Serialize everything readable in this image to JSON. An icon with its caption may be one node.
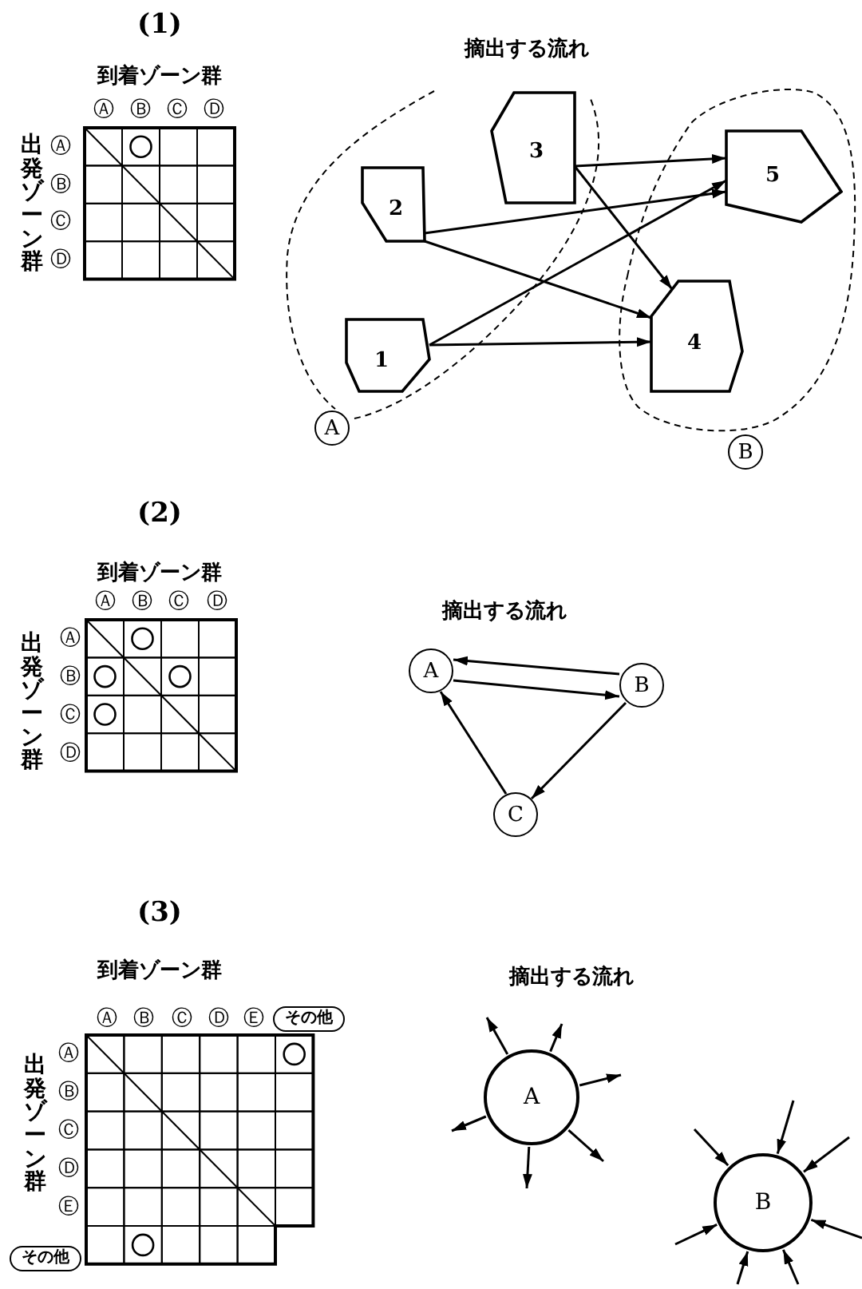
{
  "diagram": {
    "nodes": [
      {
        "text": [
          "1"
        ]
      },
      {
        "text": [
          "2"
        ]
      },
      {
        "text": [
          "3"
        ]
      },
      {
        "text": [
          "4"
        ]
      },
      {
        "text": [
          "5"
        ]
      },
      {
        "text": [
          "A"
        ]
      },
      {
        "text": [
          "B"
        ]
      },
      {
        "text": [
          "A"
        ]
      },
      {
        "text": [
          "B"
        ]
      },
      {
        "text": [
          "C"
        ]
      },
      {
        "text": [
          "その他"
        ]
      },
      {
        "text": [
          "その他"
        ]
      },
      {
        "text": [
          "A"
        ]
      },
      {
        "text": [
          "B"
        ]
      }
    ],
    "edges": [
      {
        "from": 0,
        "to": 3,
        "arrow": "to"
      },
      {
        "from": 0,
        "to": 4,
        "arrow": "to"
      },
      {
        "from": 1,
        "to": 4,
        "arrow": "to"
      },
      {
        "from": 1,
        "to": 3,
        "arrow": "to"
      },
      {
        "from": 2,
        "to": 4,
        "arrow": "to"
      },
      {
        "from": 2,
        "to": 3,
        "arrow": "to"
      },
      {
        "from": 8,
        "to": 7,
        "arrow": "to"
      },
      {
        "from": 7,
        "to": 8,
        "arrow": "to"
      },
      {
        "from": 8,
        "to": 9,
        "arrow": "to"
      },
      {
        "from": 9,
        "to": 7,
        "arrow": "to"
      },
      {
        "from": 12,
        "to": null,
        "arrow": "to"
      },
      {
        "from": 12,
        "to": null,
        "arrow": "to"
      },
      {
        "from": 12,
        "to": null,
        "arrow": "to"
      },
      {
        "from": 12,
        "to": null,
        "arrow": "to"
      },
      {
        "from": 12,
        "to": null,
        "arrow": "to"
      },
      {
        "from": 12,
        "to": null,
        "arrow": "to"
      },
      {
        "from": null,
        "to": 13,
        "arrow": "to"
      },
      {
        "from": null,
        "to": 13,
        "arrow": "to"
      },
      {
        "from": null,
        "to": 13,
        "arrow": "to"
      },
      {
        "from": null,
        "to": 13,
        "arrow": "to"
      },
      {
        "from": null,
        "to": 13,
        "arrow": "to"
      },
      {
        "from": null,
        "to": 13,
        "arrow": "to"
      },
      {
        "from": null,
        "to": 13,
        "arrow": "to"
      }
    ],
    "labels": [
      "(1)",
      "到着ゾーン群",
      "Ⓐ",
      "Ⓑ",
      "Ⓒ",
      "Ⓓ",
      "出発ゾーン群",
      "Ⓐ",
      "Ⓑ",
      "Ⓒ",
      "Ⓓ",
      "摘出する流れ",
      "(2)",
      "到着ゾーン群",
      "Ⓐ",
      "Ⓑ",
      "Ⓒ",
      "Ⓓ",
      "出発ゾーン群",
      "Ⓐ",
      "Ⓑ",
      "Ⓒ",
      "Ⓓ",
      "摘出する流れ",
      "(3)",
      "到着ゾーン群",
      "Ⓐ",
      "Ⓑ",
      "Ⓒ",
      "Ⓓ",
      "Ⓔ",
      "出発ゾーン群",
      "Ⓐ",
      "Ⓑ",
      "Ⓒ",
      "Ⓓ",
      "Ⓔ",
      "摘出する流れ"
    ]
  }
}
